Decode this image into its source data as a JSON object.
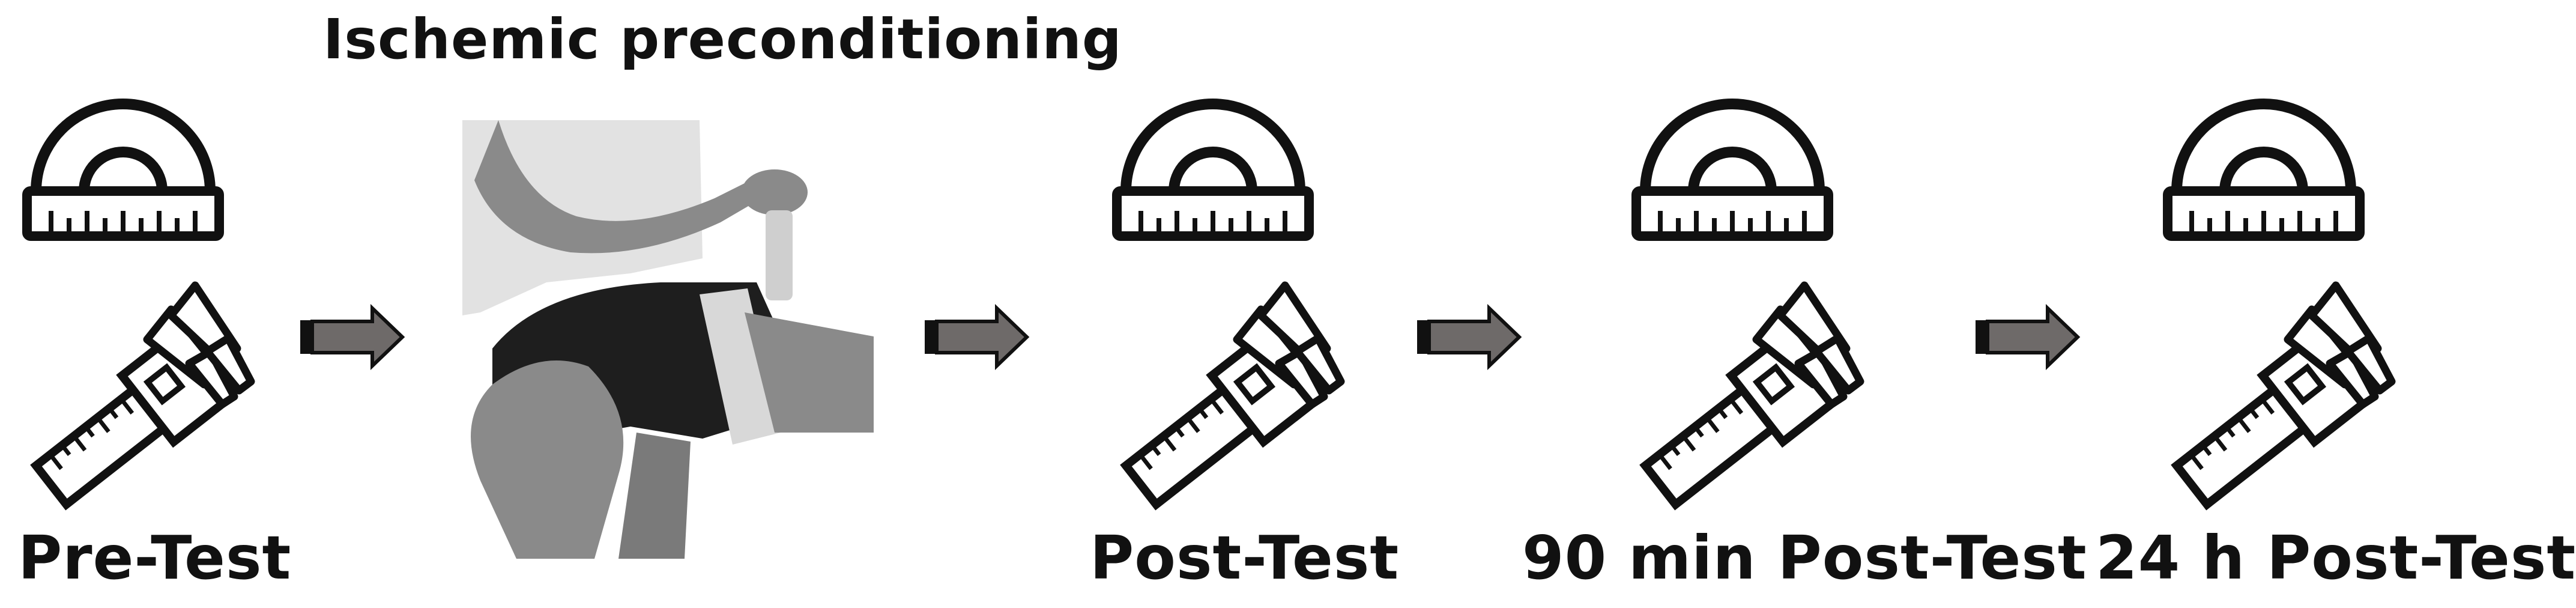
{
  "title": "Ischemic preconditioning",
  "stages": [
    {
      "label": "Pre-Test"
    },
    {
      "label": "Post-Test"
    },
    {
      "label": "90 min Post-Test"
    },
    {
      "label": "24 h Post-Test"
    }
  ],
  "icons": {
    "goniometer": "protractor-icon",
    "caliper": "caliper-icon",
    "arrow": "arrow-right-icon",
    "illustration": "thigh-cuff-illustration"
  },
  "colors": {
    "line": "#111111",
    "arrow_fill": "#6e6a69",
    "arrow_edge": "#111111",
    "photo_skin": "#8a8a8a",
    "photo_dark": "#1e1e1e",
    "photo_band": "#d8d8d8"
  }
}
